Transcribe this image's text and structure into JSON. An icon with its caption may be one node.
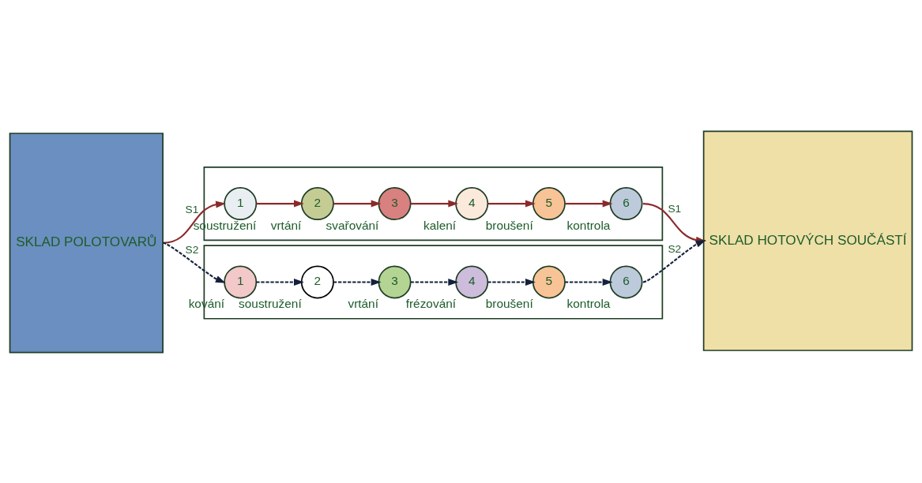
{
  "diagram": {
    "nodes": [
      {
        "text": [
          "SKLAD POLOTOVARŮ"
        ]
      },
      {
        "text": [],
        "shape": "box"
      },
      {
        "text": [
          "1"
        ],
        "beside": [
          "soustružení"
        ],
        "in": 1
      },
      {
        "text": [
          "2"
        ],
        "beside": [
          "vrtání"
        ],
        "in": 1
      },
      {
        "text": [
          "3"
        ],
        "beside": [
          "svařování"
        ],
        "in": 1
      },
      {
        "text": [
          "4"
        ],
        "beside": [
          "kalení"
        ],
        "in": 1
      },
      {
        "text": [
          "5"
        ],
        "beside": [
          "broušení"
        ],
        "in": 1
      },
      {
        "text": [
          "6"
        ],
        "beside": [
          "kontrola"
        ],
        "in": 1
      },
      {
        "text": [],
        "shape": "box"
      },
      {
        "text": [
          "1"
        ],
        "beside": [
          "kování"
        ],
        "in": 8
      },
      {
        "text": [
          "2"
        ],
        "beside": [
          "soustružení"
        ],
        "in": 8
      },
      {
        "text": [
          "3"
        ],
        "beside": [
          "vrtání"
        ],
        "in": 8
      },
      {
        "text": [
          "4"
        ],
        "beside": [
          "frézování"
        ],
        "in": 8
      },
      {
        "text": [
          "5"
        ],
        "beside": [
          "broušení"
        ],
        "in": 8
      },
      {
        "text": [
          "6"
        ],
        "beside": [
          "kontrola"
        ],
        "in": 8
      },
      {
        "text": [
          "SKLAD HOTOVÝCH SOUČÁSTÍ"
        ]
      }
    ],
    "edges": [
      {
        "from": 0,
        "to": 2,
        "arrow": "to",
        "label": "S1",
        "color": "#8b2a2a"
      },
      {
        "from": 2,
        "to": 3,
        "arrow": "to",
        "color": "#8b2a2a"
      },
      {
        "from": 3,
        "to": 4,
        "arrow": "to",
        "color": "#8b2a2a"
      },
      {
        "from": 4,
        "to": 5,
        "arrow": "to",
        "color": "#8b2a2a"
      },
      {
        "from": 5,
        "to": 6,
        "arrow": "to",
        "color": "#8b2a2a"
      },
      {
        "from": 6,
        "to": 7,
        "arrow": "to",
        "color": "#8b2a2a"
      },
      {
        "from": 7,
        "to": 15,
        "arrow": "to",
        "label": "S1",
        "color": "#8b2a2a"
      },
      {
        "from": 0,
        "to": 9,
        "arrow": "to",
        "label": "S2",
        "style": "dashed",
        "color": "#14213d"
      },
      {
        "from": 9,
        "to": 10,
        "arrow": "to",
        "style": "dashed",
        "color": "#14213d"
      },
      {
        "from": 10,
        "to": 11,
        "arrow": "to",
        "style": "dashed",
        "color": "#14213d"
      },
      {
        "from": 11,
        "to": 12,
        "arrow": "to",
        "style": "dashed",
        "color": "#14213d"
      },
      {
        "from": 12,
        "to": 13,
        "arrow": "to",
        "style": "dashed",
        "color": "#14213d"
      },
      {
        "from": 13,
        "to": 14,
        "arrow": "to",
        "style": "dashed",
        "color": "#14213d"
      },
      {
        "from": 14,
        "to": 15,
        "arrow": "to",
        "label": "S2",
        "style": "dashed",
        "color": "#14213d"
      }
    ]
  }
}
